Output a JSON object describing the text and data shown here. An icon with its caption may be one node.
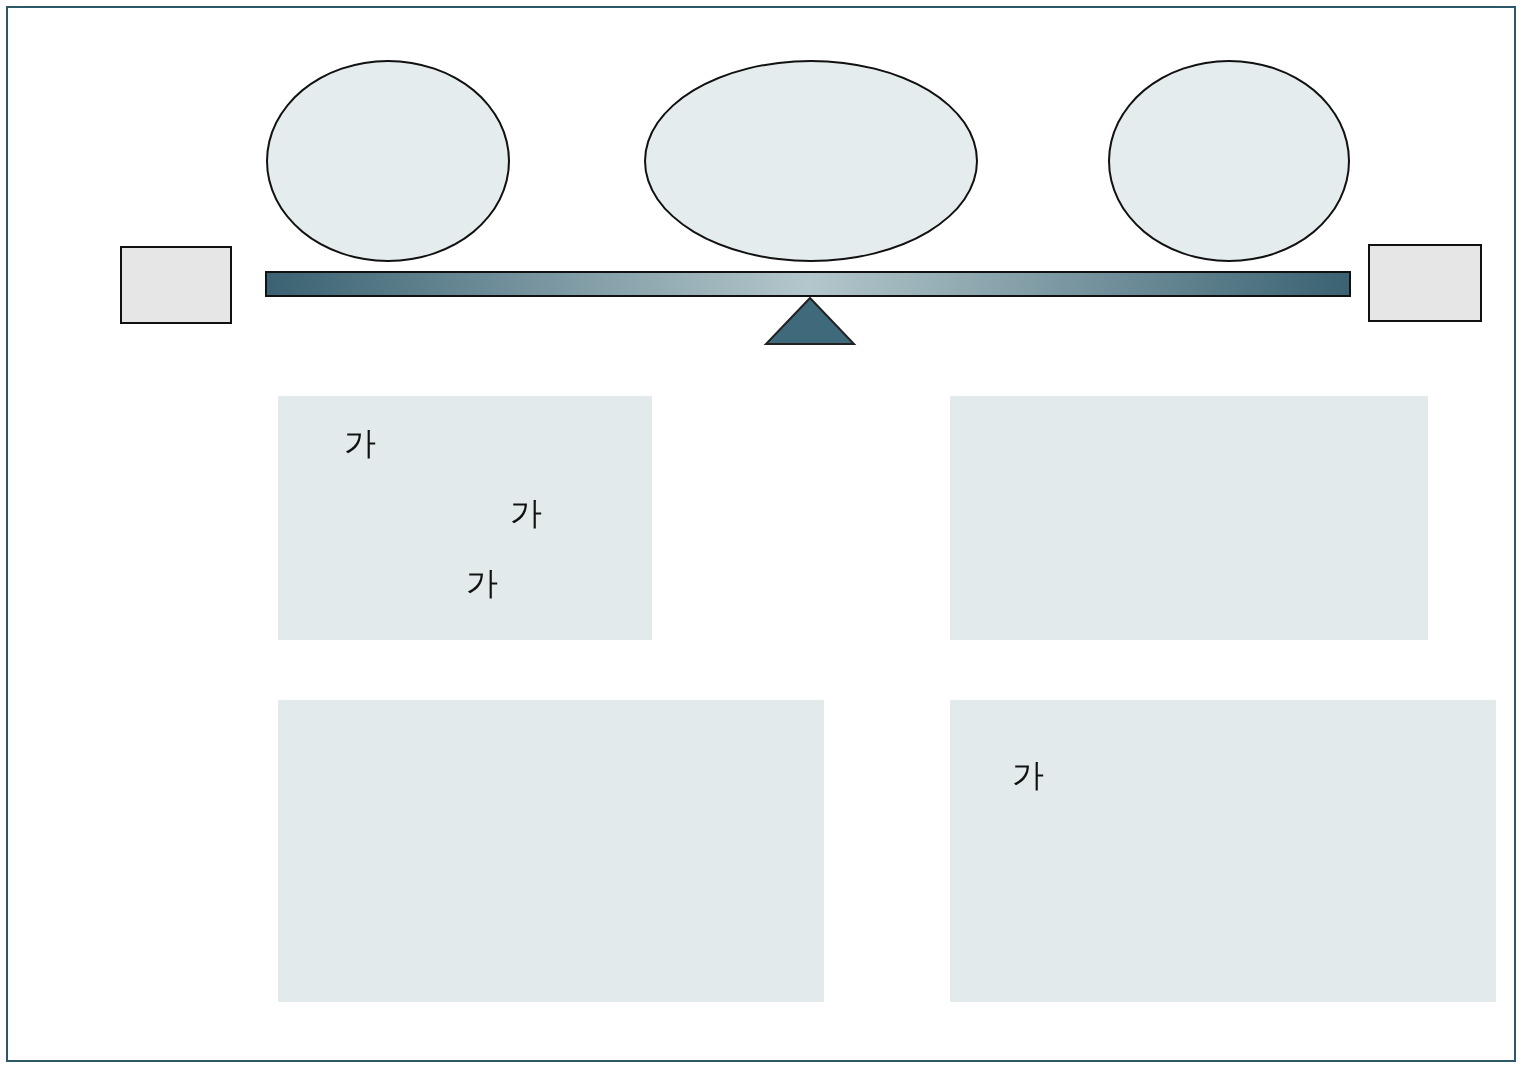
{
  "diagram": {
    "nodes": [
      {
        "text": [],
        "shape": "ellipse"
      },
      {
        "text": [],
        "shape": "ellipse"
      },
      {
        "text": [],
        "shape": "ellipse"
      },
      {
        "text": [],
        "shape": "box"
      },
      {
        "text": [],
        "shape": "box"
      },
      {
        "text": [
          "가",
          "가",
          "가"
        ]
      },
      {
        "text": [],
        "shape": "box"
      },
      {
        "text": [],
        "shape": "box"
      },
      {
        "text": [
          "가"
        ]
      }
    ]
  }
}
